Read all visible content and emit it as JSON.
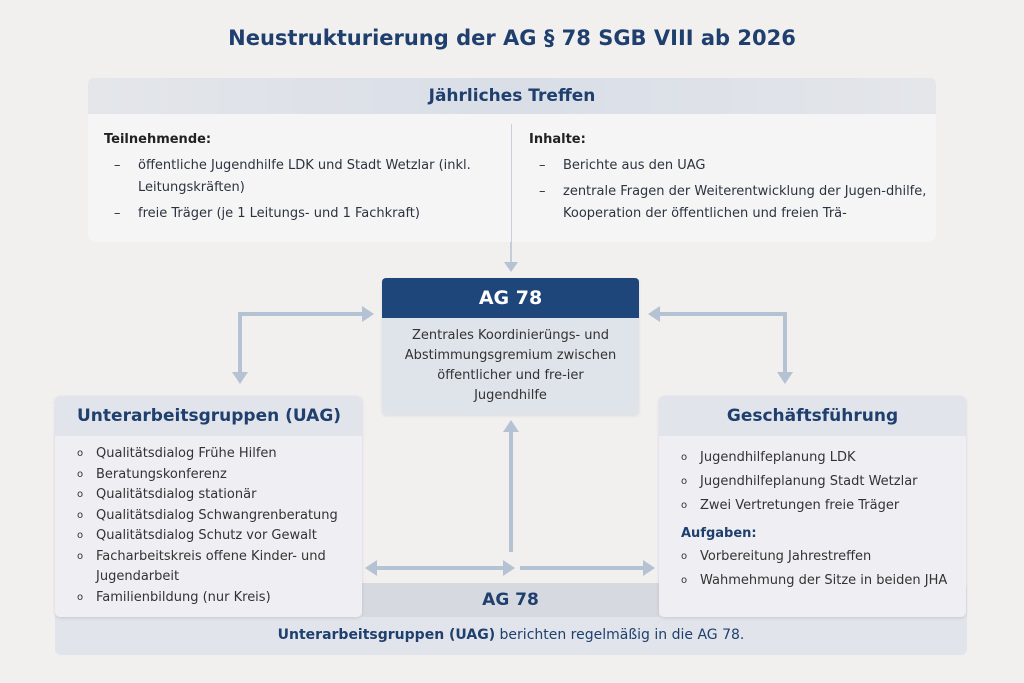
{
  "title": "Neustrukturierung der AG § 78 SGB VIII ab 2026",
  "annual_meeting": {
    "heading": "Jährliches Treffen",
    "participants": {
      "heading": "Teilnehmende:",
      "items": [
        "öffentliche Jugendhilfe LDK und Stadt Wetzlar (inkl. Leitungskräften)",
        "freie Träger (je 1 Leitungs- und 1 Fachkraft)"
      ]
    },
    "contents": {
      "heading": "Inhalte:",
      "items": [
        "Berichte aus den UAG",
        "zentrale Fragen der Weiterentwicklung der Jugen-dhilfe, Kooperation der öffentlichen und freien Trä-"
      ]
    },
    "dash": "–"
  },
  "ag78": {
    "title": "AG 78",
    "description": "Zentrales Koordinierüngs- und Abstimmungsgremium zwischen öffentlicher und fre-ier Jugendhilfe"
  },
  "uag": {
    "title": "Unterarbeitsgruppen (UAG)",
    "bullet": "o",
    "items": [
      "Qualitätsdialog Frühe Hilfen",
      "Beratungskonferenz",
      "Qualitätsdialog stationär",
      "Qualitätsdialog Schwangrenberatung",
      "Qualitätsdialog Schutz vor Gewalt",
      "Facharbeitskreis offene Kinder- und Jugendarbeit",
      "Familienbildung (nur Kreis)"
    ]
  },
  "management": {
    "title": "Geschäftsführung",
    "members": [
      "Jugendhilfeplanung LDK",
      "Jugendhilfeplanung Stadt Wetzlar",
      "Zwei Vertretungen freie Träger"
    ],
    "tasks_heading": "Aufgaben:",
    "tasks": [
      "Vorbereitung Jahrestreffen",
      "Wahmehmung der Sitze in beiden JHA"
    ]
  },
  "bottom": {
    "label": "AG 78",
    "text": "Unterarbeitsgruppen (UAG) berichten regelmäßig in die AG 78.",
    "text_bold": "Unterarbeitsgruppen (UAG)",
    "text_rest": " berichten regelmäßig in die AG 78."
  },
  "colors": {
    "navy": "#1f467a",
    "title": "#1f3f6e",
    "arrow": "#b4c2d4"
  }
}
